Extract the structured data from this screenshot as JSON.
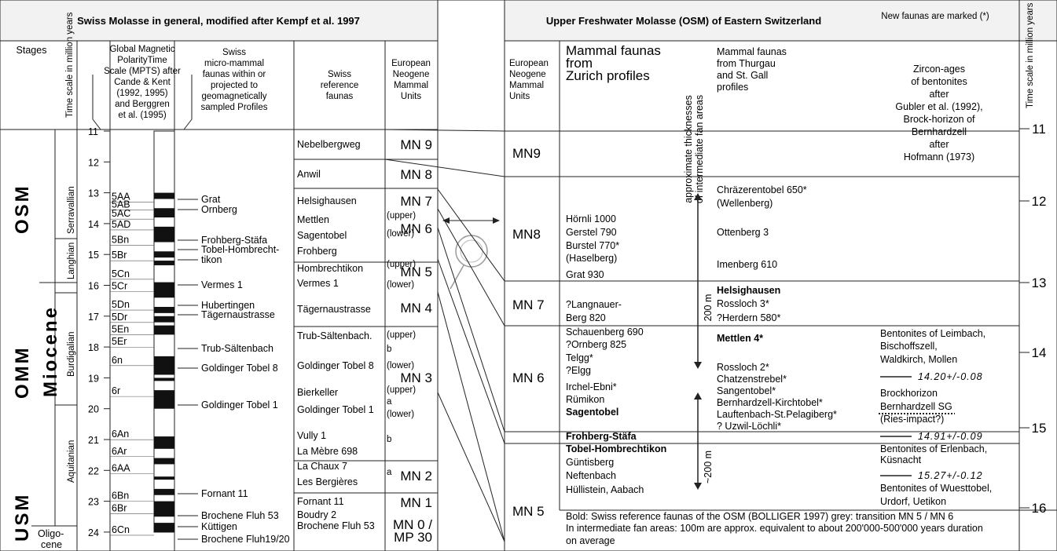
{
  "left_panel": {
    "title": "Swiss Molasse in general, modified after Kempf et al. 1997",
    "col_headers": {
      "stages": "Stages",
      "time_scale": "Time scale in million years",
      "mpts": [
        "Global Magnetic",
        "PolarityTime",
        "Scale (MPTS) after",
        "Cande & Kent",
        "(1992, 1995)",
        "and Berggren",
        "et al. (1995)"
      ],
      "micro": [
        "Swiss",
        "micro-mammal",
        "faunas within or",
        "projected to",
        "geomagnetically",
        "sampled Profiles"
      ],
      "reference": [
        "Swiss",
        "reference",
        "faunas"
      ],
      "european": [
        "European",
        "Neogene",
        "Mammal",
        "Units"
      ]
    },
    "groups": [
      "OSM",
      "OMM",
      "USM"
    ],
    "epoch": "Miocene",
    "stages": [
      "Serravallian",
      "Langhian",
      "Burdigalian",
      "Aquitanian"
    ],
    "oligocene": [
      "Oligo-",
      "cene"
    ],
    "time_ticks": [
      "11",
      "12",
      "13",
      "14",
      "15",
      "16",
      "17",
      "18",
      "19",
      "20",
      "21",
      "22",
      "23",
      "24"
    ],
    "chrons": [
      "5AA",
      "5AB",
      "5AC",
      "5AD",
      "5Bn",
      "5Br",
      "5Cn",
      "5Cr",
      "5Dn",
      "5Dr",
      "5En",
      "5Er",
      "6n",
      "6r",
      "6An",
      "6Ar",
      "6AA",
      "6Bn",
      "6Br",
      "6Cn"
    ],
    "micro_faunas": [
      "Grat",
      "Ornberg",
      "Frohberg-Stäfa",
      "Tobel-Hombrecht-",
      "tikon",
      "Vermes 1",
      "Hubertingen",
      "Tägernaustrasse",
      "Trub-Sältenbach",
      "Goldinger Tobel 8",
      "Goldinger Tobel 1",
      "Fornant 11",
      "Brochene Fluh 53",
      "Küttigen",
      "Brochene Fluh19/20"
    ],
    "ref_faunas": [
      "Nebelbergweg",
      "Anwil",
      "Helsighausen",
      "Mettlen",
      "Sagentobel",
      "Frohberg",
      "Hombrechtikon",
      "Vermes 1",
      "Tägernaustrasse",
      "Trub-Sältenbach.",
      "Goldinger Tobel 8",
      "Bierkeller",
      "Goldinger Tobel 1",
      "Vully 1",
      "La Mèbre 698",
      "La Chaux 7",
      "Les Bergières",
      "Fornant 11",
      "Boudry 2",
      "Brochene Fluh 53"
    ],
    "sub_labels": [
      "(upper)",
      "(lower)",
      "(upper)",
      "(lower)",
      "(upper)",
      "b",
      "(lower)",
      "(upper)",
      "a",
      "(lower)",
      "b",
      "a"
    ],
    "mn_units": [
      "MN 9",
      "MN 8",
      "MN 7",
      "MN 6",
      "MN 5",
      "MN 4",
      "MN 3",
      "MN 2",
      "MN 1",
      "MN 0 /",
      "MP 30"
    ]
  },
  "right_panel": {
    "title": "Upper Freshwater Molasse (OSM) of Eastern Switzerland",
    "note": "New faunas are marked (*)",
    "col_headers": {
      "european": [
        "European",
        "Neogene",
        "Mammal",
        "Units"
      ],
      "zurich": [
        "Mammal faunas",
        "from",
        "Zurich profiles"
      ],
      "thickness": [
        "approximate thicknesses",
        "of intermediate fan areas"
      ],
      "thurgau": [
        "Mammal faunas",
        "from Thurgau",
        "and St. Gall",
        "profiles"
      ],
      "zircon": [
        "Zircon-ages",
        "of bentonites",
        "after",
        "Gubler et al. (1992),",
        "Brock-horizon of",
        "Bernhardzell",
        "after",
        "Hofmann (1973)"
      ],
      "time_scale": "Time scale in million years"
    },
    "mn_units": [
      "MN9",
      "MN8",
      "MN 7",
      "MN 6",
      "MN 5"
    ],
    "zurich_faunas": [
      "Hörnli 1000",
      "Gerstel 790",
      "Burstel 770*",
      "(Haselberg)",
      "Grat 930",
      "?Langnauer-",
      "Berg 820",
      "Schauenberg 690",
      "?Ornberg 825",
      "Telgg*",
      "?Elgg",
      "Irchel-Ebni*",
      "Rümikon",
      "Sagentobel",
      "Frohberg-Stäfa",
      "Tobel-Hombrechtikon",
      "Güntisberg",
      "Neftenbach",
      "Hüllistein, Aabach"
    ],
    "thurgau_faunas": [
      "Chräzerentobel 650*",
      "(Wellenberg)",
      "Ottenberg 3",
      "Imenberg 610",
      "Helsighausen",
      "Rossloch 3*",
      "?Herdern 580*",
      "Mettlen 4*",
      "Rossloch 2*",
      "Chatzenstrebel*",
      "Sangentobel*",
      "Bernhardzell-Kirchtobel*",
      "Lauftenbach-St.Pelagiberg*",
      "? Uzwil-Löchli*"
    ],
    "thickness_labels": [
      "200 m",
      "~200 m"
    ],
    "zircon_entries": [
      "Bentonites of Leimbach,",
      "Bischoffszell,",
      "Waldkirch, Mollen",
      "14.20+/-0.08",
      "Brockhorizon",
      "Bernhardzell SG",
      "(Ries-impact?)",
      "14.91+/-0.09",
      "Bentonites of Erlenbach,",
      "Küsnacht",
      "15.27+/-0.12",
      "Bentonites of Wuesttobel,",
      "Urdorf, Uetikon"
    ],
    "time_ticks": [
      "11",
      "12",
      "13",
      "14",
      "15",
      "16"
    ],
    "legend": [
      "Bold: Swiss reference faunas of the OSM (BOLLIGER 1997)   grey: transition MN 5 / MN 6",
      "In intermediate fan areas: 100m are approx. equivalent to about 200'000-500'000 years duration",
      "on average"
    ]
  },
  "colors": {
    "line": "#222222",
    "header_bg": "#f2f2f2",
    "grey_line": "#9a9a9a",
    "chron_black": "#111111"
  }
}
